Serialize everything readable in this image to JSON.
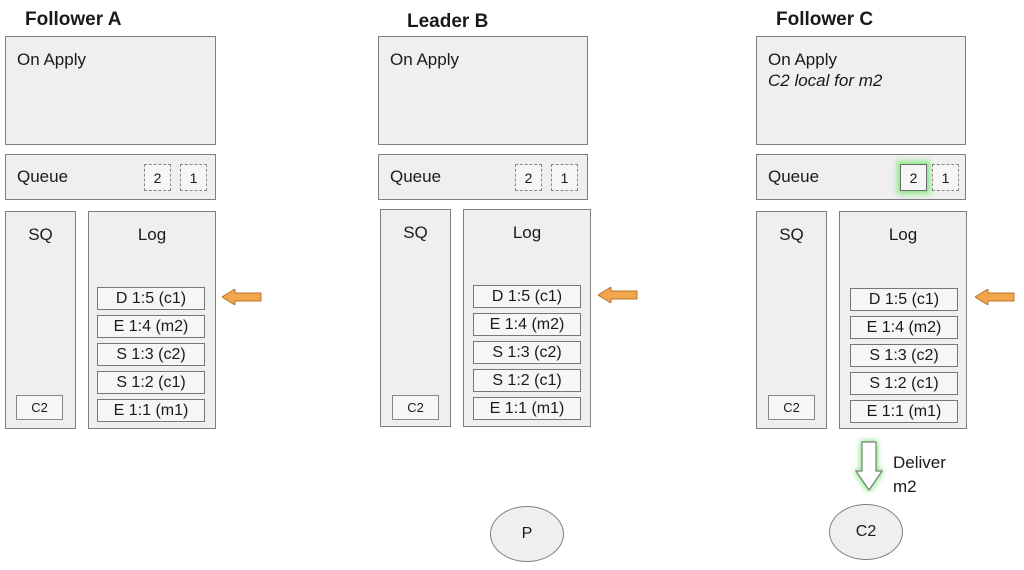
{
  "panels": [
    {
      "title": "Follower A",
      "apply": {
        "label": "On Apply",
        "note": ""
      },
      "queue": {
        "label": "Queue",
        "slots": [
          {
            "text": "2",
            "highlighted": false
          },
          {
            "text": "1",
            "highlighted": false
          }
        ]
      },
      "sq": {
        "label": "SQ",
        "entry": "C2"
      },
      "log": {
        "label": "Log",
        "entries": [
          "D 1:5 (c1)",
          "E 1:4 (m2)",
          "S 1:3 (c2)",
          "S 1:2 (c1)",
          "E 1:1 (m1)"
        ]
      }
    },
    {
      "title": "Leader B",
      "apply": {
        "label": "On Apply",
        "note": ""
      },
      "queue": {
        "label": "Queue",
        "slots": [
          {
            "text": "2",
            "highlighted": false
          },
          {
            "text": "1",
            "highlighted": false
          }
        ]
      },
      "sq": {
        "label": "SQ",
        "entry": "C2"
      },
      "log": {
        "label": "Log",
        "entries": [
          "D 1:5 (c1)",
          "E 1:4 (m2)",
          "S 1:3 (c2)",
          "S 1:2 (c1)",
          "E 1:1 (m1)"
        ]
      }
    },
    {
      "title": "Follower C",
      "apply": {
        "label": "On Apply",
        "note": "C2 local for m2"
      },
      "queue": {
        "label": "Queue",
        "slots": [
          {
            "text": "2",
            "highlighted": true
          },
          {
            "text": "1",
            "highlighted": false
          }
        ]
      },
      "sq": {
        "label": "SQ",
        "entry": "C2"
      },
      "log": {
        "label": "Log",
        "entries": [
          "D 1:5 (c1)",
          "E 1:4 (m2)",
          "S 1:3 (c2)",
          "S 1:2 (c1)",
          "E 1:1 (m1)"
        ]
      }
    }
  ],
  "deliver": {
    "line1": "Deliver",
    "line2": "m2"
  },
  "nodes": {
    "leader_node": "P",
    "follower_c_node": "C2"
  },
  "colors": {
    "pointer_arrow": "#f2a54a",
    "highlight_glow": "#8cea83",
    "deliver_arrow_glow": "#8cea83"
  },
  "icons": {
    "log_pointer": "left-arrow-icon",
    "deliver": "down-arrow-icon"
  }
}
